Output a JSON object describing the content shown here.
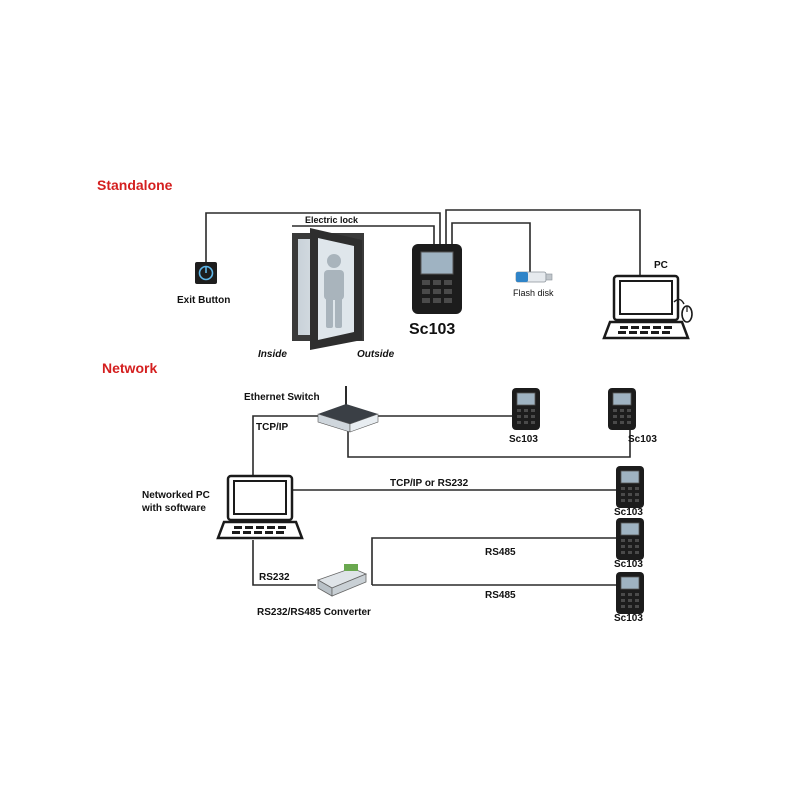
{
  "colors": {
    "section_title": "#d41f1f",
    "wire": "#2a2a2a",
    "device_body": "#1c1c1c",
    "screen": "#9fb3c2"
  },
  "standalone": {
    "title": "Standalone",
    "exit_button_label": "Exit Button",
    "electric_lock_label": "Electric lock",
    "inside_label": "Inside",
    "outside_label": "Outside",
    "device_label": "Sc103",
    "flash_disk_label": "Flash disk",
    "pc_label": "PC"
  },
  "network": {
    "title": "Network",
    "ethernet_switch_label": "Ethernet Switch",
    "tcpip_label": "TCP/IP",
    "networked_pc_line1": "Networked PC",
    "networked_pc_line2": "with software",
    "tcpip_rs232_label": "TCP/IP or RS232",
    "rs232_label": "RS232",
    "converter_label": "RS232/RS485 Converter",
    "rs485_label_1": "RS485",
    "rs485_label_2": "RS485",
    "devices": [
      "Sc103",
      "Sc103",
      "Sc103",
      "Sc103",
      "Sc103"
    ]
  }
}
